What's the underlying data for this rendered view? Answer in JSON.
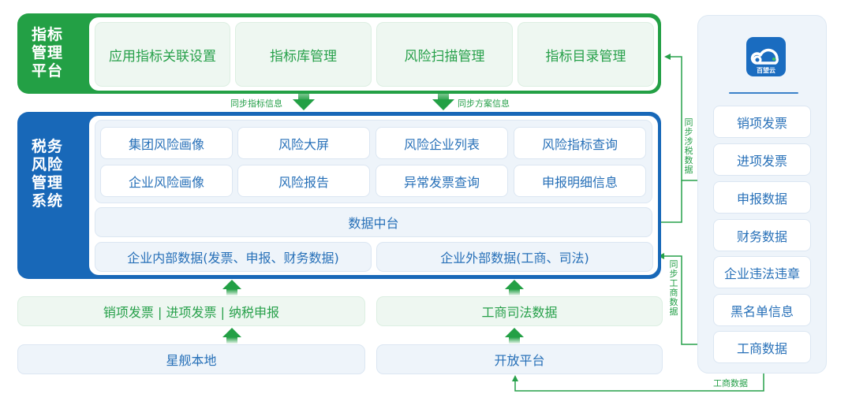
{
  "indicator_platform": {
    "title": "指标管理平台",
    "title_lines": [
      "指标",
      "管理",
      "平台"
    ],
    "modules": [
      "应用指标关联设置",
      "指标库管理",
      "风险扫描管理",
      "指标目录管理"
    ]
  },
  "sync_labels": {
    "sync_indicator_info": "同步指标信息",
    "sync_plan_info": "同步方案信息",
    "sync_tax_data": "同步涉税数据",
    "sync_business_data": "同步工商数据",
    "business_data_bottom": "工商数据"
  },
  "risk_system": {
    "title_lines": [
      "税务",
      "风险",
      "管理",
      "系统"
    ],
    "modules_row1": [
      "集团风险画像",
      "风险大屏",
      "风险企业列表",
      "风险指标查询"
    ],
    "modules_row2": [
      "企业风险画像",
      "风险报告",
      "异常发票查询",
      "申报明细信息"
    ],
    "data_center": "数据中台",
    "internal_data": "企业内部数据(发票、申报、财务数据)",
    "external_data": "企业外部数据(工商、司法)"
  },
  "sources": {
    "left_data": "销项发票 | 进项发票 | 纳税申报",
    "left_platform": "星舰本地",
    "right_data": "工商司法数据",
    "right_platform": "开放平台"
  },
  "baiwang_cloud": {
    "logo_text": "百望云",
    "items": [
      "销项发票",
      "进项发票",
      "申报数据",
      "财务数据",
      "企业违法违章",
      "黑名单信息",
      "工商数据"
    ]
  },
  "colors": {
    "green": "#23a045",
    "blue": "#1868b8",
    "text_blue": "#2770b8",
    "text_green": "#27a04a"
  }
}
